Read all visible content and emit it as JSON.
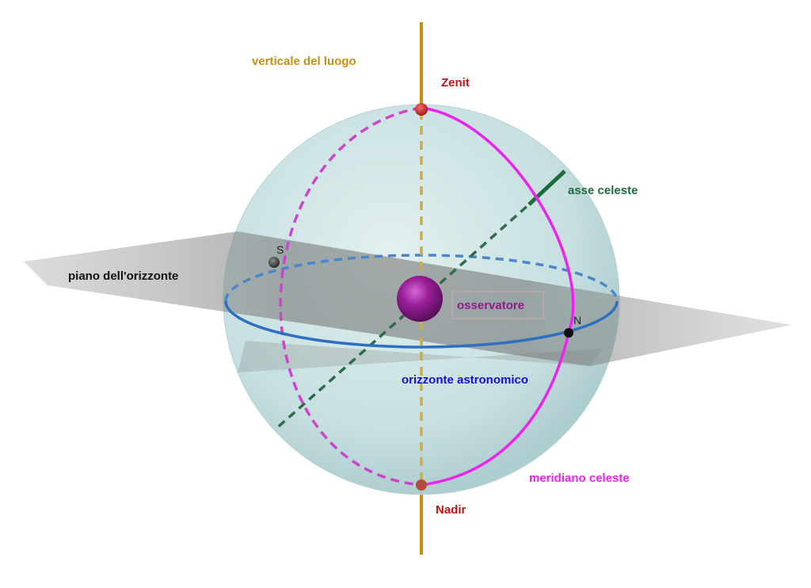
{
  "labels": {
    "vertical": "verticale del luogo",
    "zenith": "Zenit",
    "axis": "asse celeste",
    "plane": "piano dell'orizzonte",
    "observer": "osservatore",
    "horizon": "orizzonte astronomico",
    "meridian": "meridiano celeste",
    "nadir": "Nadir",
    "south": "S",
    "north": "N"
  },
  "colors": {
    "vertical": "#c8900e",
    "zenith": "#cc1111",
    "axis": "#1e6b3c",
    "plane": "#111111",
    "observer": "#8e1a8e",
    "horizon": "#1010dd",
    "meridian": "#ee22ee",
    "nadir": "#cc1111",
    "sphere": "#cfe5e6",
    "horizon_line": "#2f6fc0"
  }
}
